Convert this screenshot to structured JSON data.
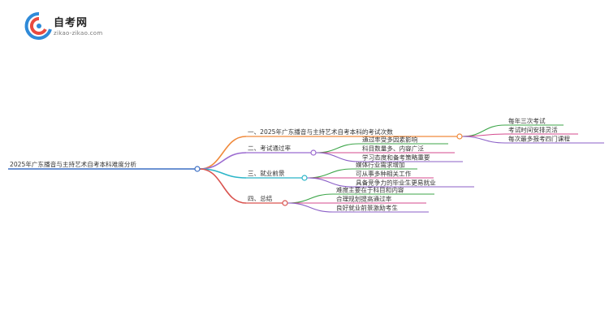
{
  "brand": {
    "name": "自考网",
    "url": "zikao-zikao.com"
  },
  "mindmap": {
    "root": "2025年广东播音与主持艺术自考本科难度分析",
    "branches": [
      {
        "label": "一、2025年广东播音与主持艺术自考本科的考试次数",
        "color": "#f08a3c",
        "children": [
          "每年三次考试",
          "考试时间安排灵活",
          "每次最多报考四门课程"
        ]
      },
      {
        "label": "二、考试通过率",
        "color": "#9b6ad0",
        "children": [
          "通过率受多因素影响",
          "科目数量多、内容广泛",
          "学习态度和备考策略重要"
        ]
      },
      {
        "label": "三、就业前景",
        "color": "#2bb5c8",
        "children": [
          "媒体行业需求增加",
          "可从事多种相关工作",
          "具备竞争力的毕业生更易就业"
        ]
      },
      {
        "label": "四、总结",
        "color": "#d9534f",
        "children": [
          "难度主要在于科目和内容",
          "合理规划提高通过率",
          "良好就业前景激励考生"
        ]
      }
    ],
    "leaf_colors": [
      "#3ea64a",
      "#d44a8e",
      "#8b5fc7"
    ]
  }
}
